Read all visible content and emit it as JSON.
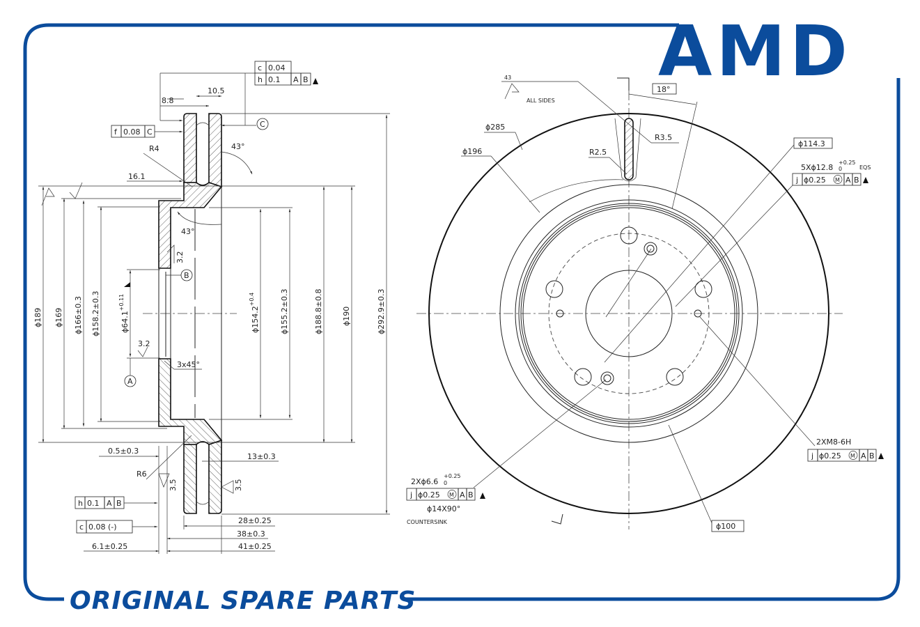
{
  "brand": {
    "logo_text": "AMD",
    "tagline": "ORIGINAL SPARE PARTS"
  },
  "colors": {
    "brand": "#0b4c9c",
    "line": "#222222"
  },
  "section_view": {
    "fcf_top": {
      "sym1": "c",
      "val1": "0.04",
      "sym2": "h",
      "val2": "0.1",
      "d1": "A",
      "d2": "B"
    },
    "fcf_flat": {
      "sym": "f",
      "val": "0.08",
      "datum": "C"
    },
    "fcf_runout": {
      "sym": "h",
      "val": "0.1",
      "d1": "A",
      "d2": "B"
    },
    "fcf_parallel": {
      "sym": "c",
      "val": "0.08 (-)"
    },
    "datums": {
      "a": "A",
      "b": "B",
      "c": "C"
    },
    "dims": {
      "w10_5": "10.5",
      "w8_8": "8.8",
      "r4": "R4",
      "d16_1": "16.1",
      "ang1": "43°",
      "ang2": "43°",
      "rough1": "3.2",
      "rough2": "3.2",
      "chamfer": "3x45°",
      "d0_5": "0.5±0.3",
      "r6": "R6",
      "d13": "13±0.3",
      "rough3": "3.5",
      "rough4": "3.5",
      "d28": "28±0.25",
      "d38": "38±0.3",
      "d41": "41±0.25",
      "d6_1": "6.1±0.25"
    },
    "diameters": {
      "d189": "ϕ189",
      "d169": "ϕ169",
      "d166": "ϕ166±0.3",
      "d158": "ϕ158.2±0.3",
      "d64": "ϕ64.1",
      "d64_tol_up": "+0.11",
      "d64_tol_lo": "0",
      "d154": "ϕ154.2",
      "d154_tol_up": "+0.4",
      "d154_tol_lo": "0",
      "d155": "ϕ155.2±0.3",
      "d188": "ϕ188.8±0.8",
      "d190": "ϕ190",
      "d292": "ϕ292.9±0.3"
    }
  },
  "front_view": {
    "rough_val": "43",
    "all_sides": "ALL SIDES",
    "angle": "18°",
    "d285": "ϕ285",
    "d196": "ϕ196",
    "r3_5": "R3.5",
    "r2_5": "R2.5",
    "d114": "ϕ114.3",
    "d100": "ϕ100",
    "holes5": {
      "label": "5Xϕ12.8",
      "tol_up": "+0.25",
      "tol_lo": "0",
      "eqs": "EQS"
    },
    "fcf_holes5": {
      "sym": "j",
      "val": "ϕ0.25",
      "mod": "M",
      "d1": "A",
      "d2": "B"
    },
    "threads": {
      "label": "2XM8-6H"
    },
    "fcf_threads": {
      "sym": "j",
      "val": "ϕ0.25",
      "mod": "M",
      "d1": "A",
      "d2": "B"
    },
    "holes2": {
      "label": "2Xϕ6.6",
      "tol_up": "+0.25",
      "tol_lo": "0",
      "csk": "ϕ14X90°",
      "note": "COUNTERSINK"
    },
    "fcf_holes2": {
      "sym": "j",
      "val": "ϕ0.25",
      "mod": "M",
      "d1": "A",
      "d2": "B"
    }
  }
}
